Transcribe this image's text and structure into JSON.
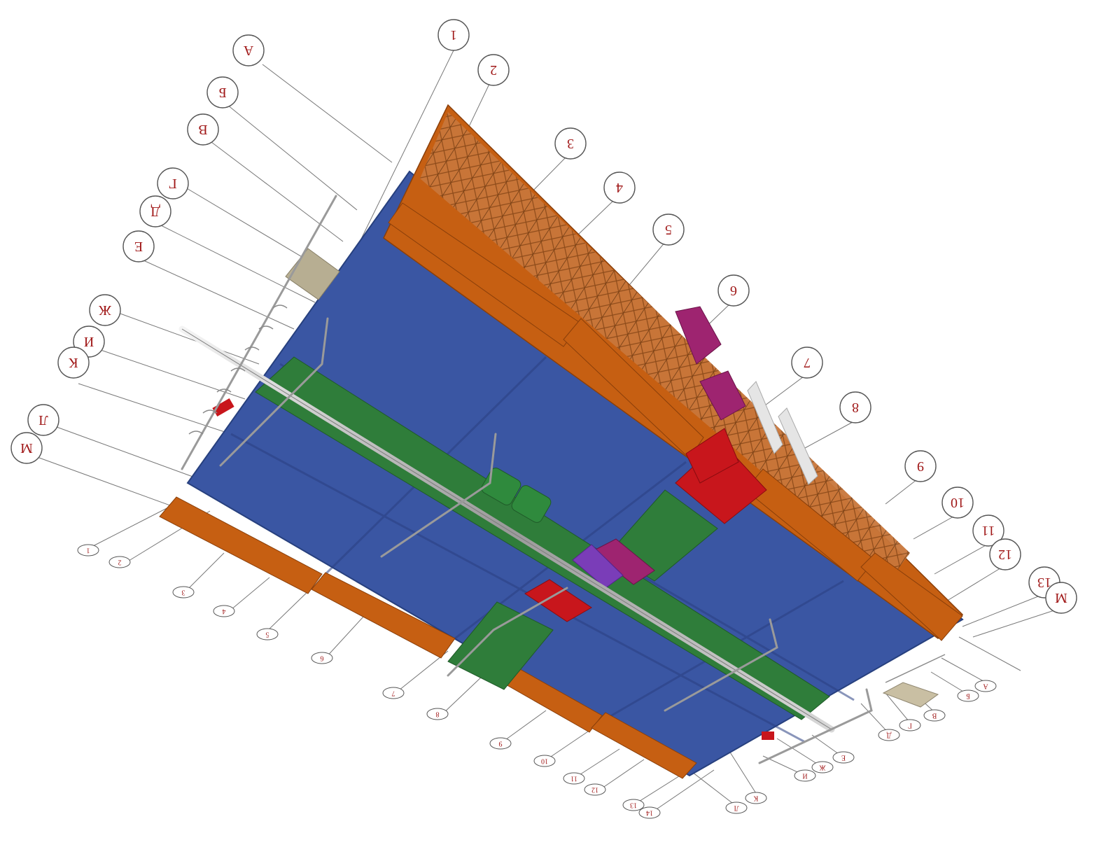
{
  "diagram": {
    "axis_bubbles": {
      "big": [
        {
          "id": "b1",
          "text": "А"
        },
        {
          "id": "b2",
          "text": "Б"
        },
        {
          "id": "b3",
          "text": "В"
        },
        {
          "id": "b4",
          "text": "Г"
        },
        {
          "id": "b5",
          "text": "Д"
        },
        {
          "id": "b6",
          "text": "Е"
        },
        {
          "id": "b7",
          "text": "Ж"
        },
        {
          "id": "b8",
          "text": "И"
        },
        {
          "id": "b9",
          "text": "К"
        },
        {
          "id": "b10",
          "text": "Л"
        },
        {
          "id": "b11",
          "text": "М"
        },
        {
          "id": "b12",
          "text": "1"
        },
        {
          "id": "b13",
          "text": "2"
        },
        {
          "id": "b14",
          "text": "3"
        },
        {
          "id": "b15",
          "text": "4"
        },
        {
          "id": "b16",
          "text": "5"
        },
        {
          "id": "b17",
          "text": "6"
        },
        {
          "id": "b18",
          "text": "7"
        },
        {
          "id": "b19",
          "text": "8"
        },
        {
          "id": "b20",
          "text": "9"
        },
        {
          "id": "b21",
          "text": "10"
        },
        {
          "id": "b22",
          "text": "11"
        },
        {
          "id": "b23",
          "text": "12"
        },
        {
          "id": "b24",
          "text": "13"
        },
        {
          "id": "b25",
          "text": "М"
        }
      ],
      "small": [
        {
          "id": "s1",
          "text": "1"
        },
        {
          "id": "s2",
          "text": "2"
        },
        {
          "id": "s3",
          "text": "3"
        },
        {
          "id": "s4",
          "text": "4"
        },
        {
          "id": "s5",
          "text": "5"
        },
        {
          "id": "s6",
          "text": "6"
        },
        {
          "id": "s7",
          "text": "7"
        },
        {
          "id": "s8",
          "text": "8"
        },
        {
          "id": "s9",
          "text": "9"
        },
        {
          "id": "s10",
          "text": "10"
        },
        {
          "id": "s11",
          "text": "11"
        },
        {
          "id": "s12",
          "text": "12"
        },
        {
          "id": "s13",
          "text": "13"
        },
        {
          "id": "s14",
          "text": "14"
        },
        {
          "id": "s15",
          "text": "Л"
        },
        {
          "id": "s16",
          "text": "К"
        },
        {
          "id": "s17",
          "text": "И"
        },
        {
          "id": "s18",
          "text": "Ж"
        },
        {
          "id": "s19",
          "text": "Е"
        },
        {
          "id": "s20",
          "text": "Д"
        },
        {
          "id": "s21",
          "text": "Г"
        },
        {
          "id": "s22",
          "text": "В"
        },
        {
          "id": "s23",
          "text": "Б"
        },
        {
          "id": "s24",
          "text": "А"
        }
      ]
    },
    "colors": {
      "slab_blue": "#3a56a3",
      "beam_orange": "#c65f12",
      "duct_green": "#2f7d3a",
      "duct_red": "#c8161c",
      "duct_magenta": "#9e2470",
      "duct_purple": "#7a3db8",
      "label_red": "#a01818",
      "leader_grey": "#777777"
    }
  }
}
